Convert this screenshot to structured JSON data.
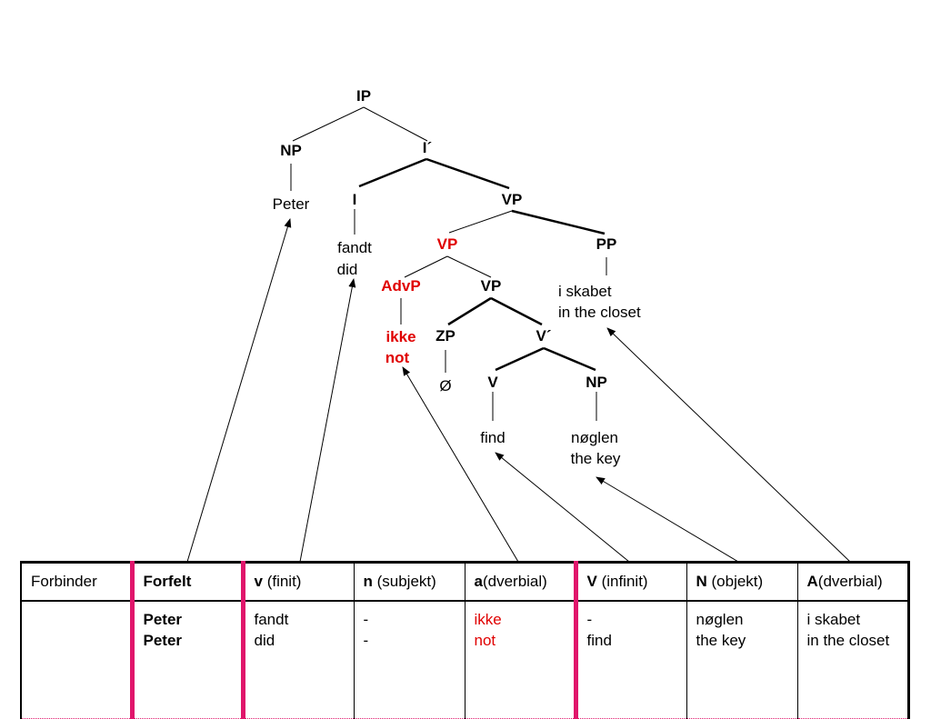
{
  "tree": {
    "IP": "IP",
    "NP_subj": "NP",
    "I_bar": "I´",
    "I": "I",
    "VP_top": "VP",
    "VP_red": "VP",
    "PP": "PP",
    "AdvP": "AdvP",
    "VP_inner": "VP",
    "ZP": "ZP",
    "V_bar": "V´",
    "V": "V",
    "NP_obj": "NP",
    "peter": "Peter",
    "fandt": "fandt",
    "did": "did",
    "ikke": "ikke",
    "not": "not",
    "zero": "Ø",
    "i_skabet": "i skabet",
    "in_the_closet": "in the closet",
    "find": "find",
    "noglen": "nøglen",
    "the_key": "the key"
  },
  "table": {
    "headers": [
      {
        "bold": "",
        "rest": "Forbinder"
      },
      {
        "bold": "Forfelt",
        "rest": ""
      },
      {
        "bold": "v",
        "rest": " (finit)"
      },
      {
        "bold": "n",
        "rest": " (subjekt)"
      },
      {
        "bold": "a",
        "rest": "(dverbial)"
      },
      {
        "bold": "V",
        "rest": " (infinit)"
      },
      {
        "bold": "N",
        "rest": " (objekt)"
      },
      {
        "bold": "A",
        "rest": "(dverbial)"
      }
    ],
    "cells": [
      [
        "",
        ""
      ],
      [
        "Peter",
        "Peter"
      ],
      [
        "fandt",
        "did"
      ],
      [
        "-",
        "-"
      ],
      [
        "ikke",
        "not"
      ],
      [
        "-",
        "find"
      ],
      [
        "nøglen",
        "the key"
      ],
      [
        "i skabet",
        "in the closet"
      ]
    ]
  },
  "colors": {
    "highlight_red": "#e00000",
    "field_divider_pink": "#e0156b"
  }
}
